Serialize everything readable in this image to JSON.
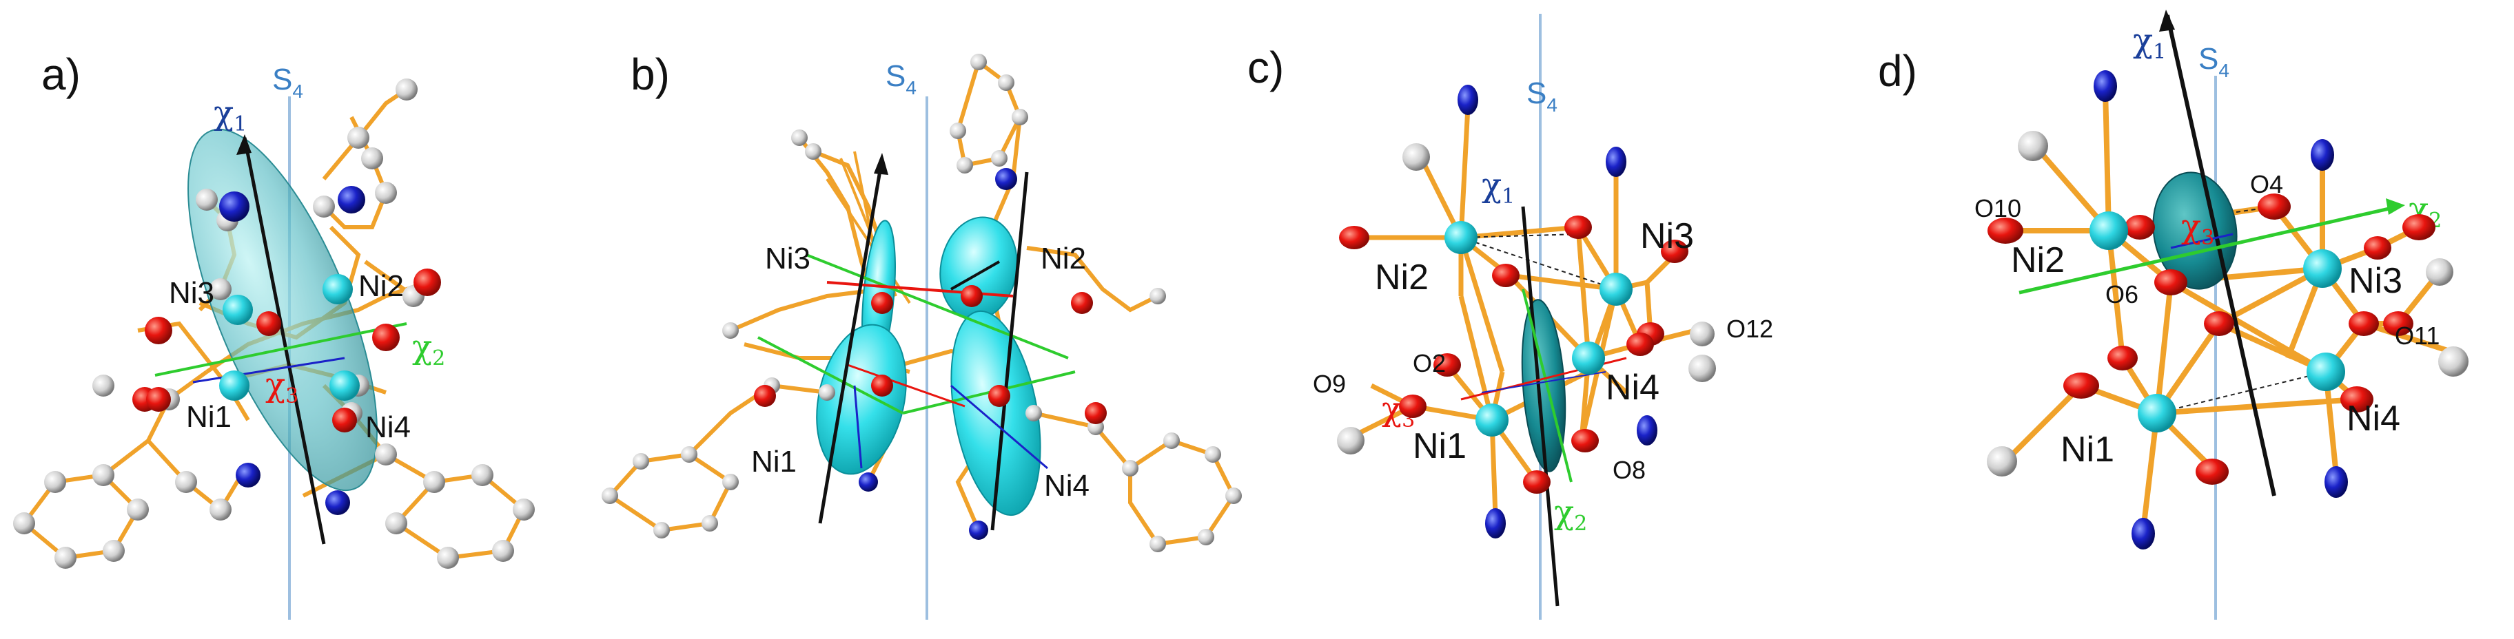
{
  "panels": [
    {
      "label": "a)",
      "s4": "S",
      "s4_sub": "4",
      "chi1": "χ",
      "chi1_sub": "1",
      "chi2": "χ",
      "chi2_sub": "2",
      "chi3": "χ",
      "chi3_sub": "3",
      "ni1": "Ni1",
      "ni2": "Ni2",
      "ni3": "Ni3",
      "ni4": "Ni4"
    },
    {
      "label": "b)",
      "s4": "S",
      "s4_sub": "4",
      "ni1": "Ni1",
      "ni2": "Ni2",
      "ni3": "Ni3",
      "ni4": "Ni4"
    },
    {
      "label": "c)",
      "s4": "S",
      "s4_sub": "4",
      "chi1": "χ",
      "chi1_sub": "1",
      "chi2": "χ",
      "chi2_sub": "2",
      "chi3": "χ",
      "chi3_sub": "3",
      "ni1": "Ni1",
      "ni2": "Ni2",
      "ni3": "Ni3",
      "ni4": "Ni4",
      "o2": "O2",
      "o8": "O8",
      "o9": "O9",
      "o12": "O12"
    },
    {
      "label": "d)",
      "s4": "S",
      "s4_sub": "4",
      "chi1": "χ",
      "chi1_sub": "1",
      "chi2": "χ",
      "chi2_sub": "2",
      "chi3": "χ",
      "chi3_sub": "3",
      "ni1": "Ni1",
      "ni2": "Ni2",
      "ni3": "Ni3",
      "ni4": "Ni4",
      "o4": "O4",
      "o6": "O6",
      "o10": "O10",
      "o11": "O11"
    }
  ],
  "colors": {
    "bond": "#f0a22a",
    "nickel": "#22d3e0",
    "oxygen": "#e8150f",
    "nitrogen": "#1a22c8",
    "carbon": "#c8c8c8",
    "ellipsoid": "#2a9fa8",
    "axis_chi1": "#111111",
    "axis_chi2": "#2ecc2e",
    "axis_chi3": "#e8150f",
    "axis_s4": "#9dbfe0"
  }
}
